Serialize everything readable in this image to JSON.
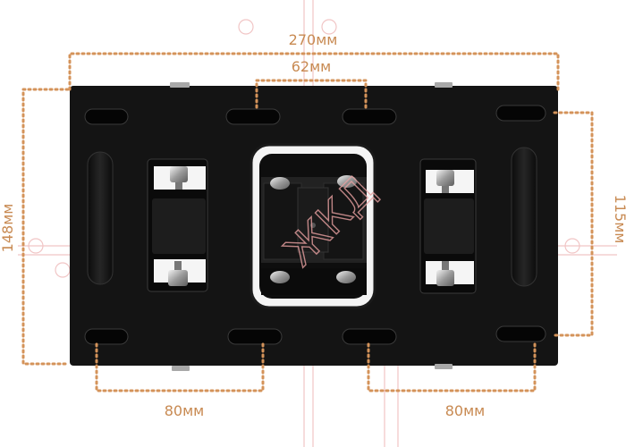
{
  "dimensions": {
    "total_width": "270мм",
    "center_gap": "62мм",
    "total_height": "148мм",
    "slot_height": "115мм",
    "left_slot_spacing": "80мм",
    "right_slot_spacing": "80мм"
  },
  "watermark": "ЖКД",
  "colors": {
    "plate": "#141414",
    "dimension": "#d4935a",
    "dimension_text": "#c88a52",
    "watermark": "#e8a0a0"
  }
}
